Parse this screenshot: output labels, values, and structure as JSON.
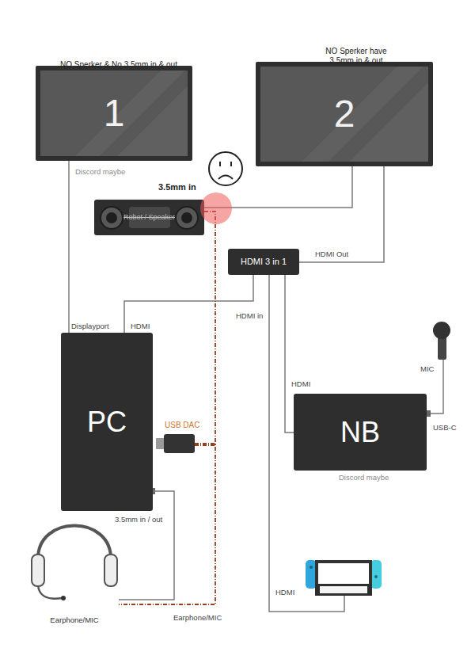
{
  "diagram": {
    "nodes": [
      {
        "text": [
          "NO Sperker & No 3.5mm in & out",
          "1"
        ]
      },
      {
        "text": [
          "NO Sperker have 3.5mm in & out",
          "2"
        ]
      },
      {
        "text": [
          "Robot / Speaker"
        ]
      },
      {
        "text": [
          "HDMI 3 in 1"
        ]
      },
      {
        "text": [
          "PC"
        ]
      },
      {
        "text": [
          "USB DAC"
        ]
      },
      {
        "text": [
          "NB"
        ]
      },
      {
        "text": [
          "Earphone/MIC"
        ]
      }
    ],
    "edges": [
      {
        "from": 4,
        "to": 0,
        "arrow": "none",
        "label": "Displayport"
      },
      {
        "from": 4,
        "to": 3,
        "arrow": "none",
        "label": "HDMI"
      },
      {
        "from": 3,
        "to": 1,
        "arrow": "none",
        "label": "HDMI Out"
      },
      {
        "from": 1,
        "to": 2,
        "arrow": "none",
        "label": "3.5mm in"
      },
      {
        "from": 3,
        "to": 6,
        "arrow": "none",
        "label": "HDMI"
      },
      {
        "from": 4,
        "to": 7,
        "arrow": "none",
        "label": "3.5mm in / out"
      },
      {
        "from": 5,
        "to": 7,
        "arrow": "none"
      },
      {
        "from": 5,
        "to": 2,
        "arrow": "none"
      }
    ],
    "labels": [
      "Discord maybe",
      "HDMI in",
      "Discord maybe",
      "MIC",
      "USB-C",
      "HDMI",
      "Earphone/MIC"
    ]
  }
}
